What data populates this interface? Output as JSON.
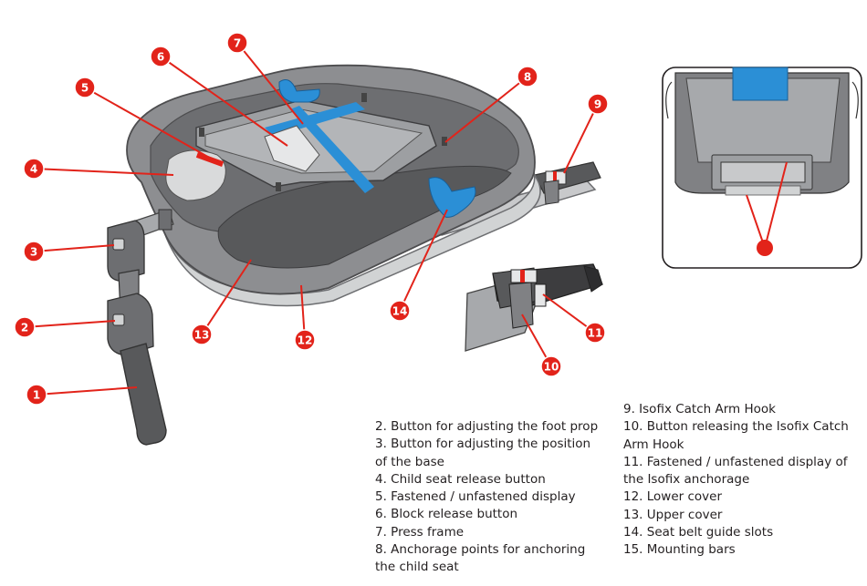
{
  "colors": {
    "callout_red": "#e2231a",
    "isofix_blue": "#2b8fd6",
    "base_dark": "#58595b",
    "base_mid": "#808184",
    "base_light": "#a7a9ac",
    "cover_light": "#d1d3d4"
  },
  "callouts": [
    "1",
    "2",
    "3",
    "4",
    "5",
    "6",
    "7",
    "8",
    "9",
    "10",
    "11",
    "12",
    "13",
    "14"
  ],
  "legend": {
    "left": [
      "2. Button for adjusting the foot prop",
      "3. Button for adjusting the position of the base",
      "4. Child seat release button",
      "5. Fastened / unfastened display",
      "6. Block release button",
      "7. Press frame",
      "8. Anchorage points for anchoring the child seat"
    ],
    "right": [
      "9. Isofix Catch Arm Hook",
      "10. Button releasing the Isofix Catch Arm Hook",
      "11. Fastened / unfastened display of the Isofix anchorage",
      "12. Lower cover",
      "13. Upper cover",
      "14. Seat belt guide slots",
      "15. Mounting bars"
    ]
  }
}
